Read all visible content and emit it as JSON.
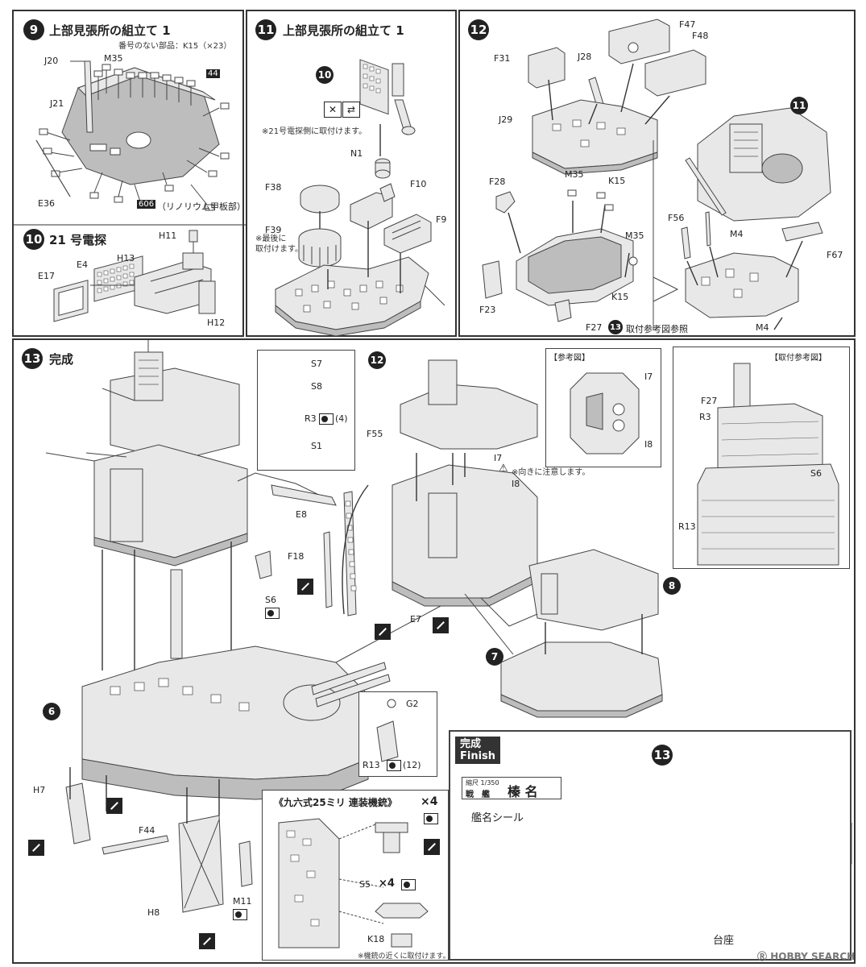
{
  "step9": {
    "num": "9",
    "title": "上部見張所の組立て 1",
    "note": "番号のない部品：K15（×23）",
    "labels": {
      "j20": "J20",
      "m35": "M35",
      "j21": "J21",
      "e36": "E36",
      "sq44": "44",
      "sq606": "606",
      "linoleum": "（リノリウム甲板部）"
    }
  },
  "step10": {
    "num": "10",
    "title": "21 号電探",
    "labels": {
      "h11": "H11",
      "e4": "E4",
      "h13": "H13",
      "e17": "E17",
      "h12": "H12"
    }
  },
  "step11": {
    "num": "11",
    "title": "上部見張所の組立て 1",
    "ref": "10",
    "note1": "※21号電探側に取付けます。",
    "note2": "※最後に\n取付けます。",
    "labels": {
      "n1": "N1",
      "f10": "F10",
      "f38": "F38",
      "f9": "F9",
      "f39": "F39"
    }
  },
  "step12": {
    "num": "12",
    "ref": "11",
    "ref13": "13",
    "ref_note": "取付参考図参照",
    "labels": {
      "f47": "F47",
      "f48": "F48",
      "f31": "F31",
      "j28": "J28",
      "j29": "J29",
      "f28": "F28",
      "m35": "M35",
      "k15": "K15",
      "k15b": "K15",
      "m35b": "M35",
      "f56": "F56",
      "m4": "M4",
      "f67": "F67",
      "f23": "F23",
      "f27": "F27",
      "m4b": "M4"
    }
  },
  "step13": {
    "num": "13",
    "title": "完成",
    "ref12": "12",
    "ref6": "6",
    "ref7": "7",
    "ref8": "8",
    "caution": "※向きに注意します。",
    "labels": {
      "s7": "S7",
      "s8": "S8",
      "r3": "R3",
      "r3cnt": "(4)",
      "s1": "S1",
      "e8": "E8",
      "i7": "I7",
      "i8": "I8",
      "f55": "F55",
      "f18": "F18",
      "s6": "S6",
      "e7": "E7",
      "g2": "G2",
      "r13": "R13",
      "r13cnt": "(12)",
      "h7": "H7",
      "f44": "F44",
      "h8": "H8",
      "m11": "M11"
    },
    "ref_box": {
      "title": "【参考図】",
      "i7": "I7",
      "i8": "I8"
    },
    "mount_box": {
      "title": "【取付参考図】",
      "f27": "F27",
      "r3": "R3",
      "s6": "S6",
      "r13": "R13"
    },
    "aa_box": {
      "title": "《九六式25ミリ 連装機銃》",
      "x4": "×4",
      "s5": "S5",
      "s5x4": "×4",
      "k18": "K18",
      "note": "※機銃の近くに取付けます。"
    }
  },
  "finish": {
    "hdr1": "完成",
    "hdr2": "Finish",
    "ref": "13",
    "scale": "縮尺 1/350",
    "kind": "戦　艦",
    "ship": "榛 名",
    "seal": "艦名シール",
    "stand": "台座"
  },
  "watermark": "HOBBY SEARCH"
}
